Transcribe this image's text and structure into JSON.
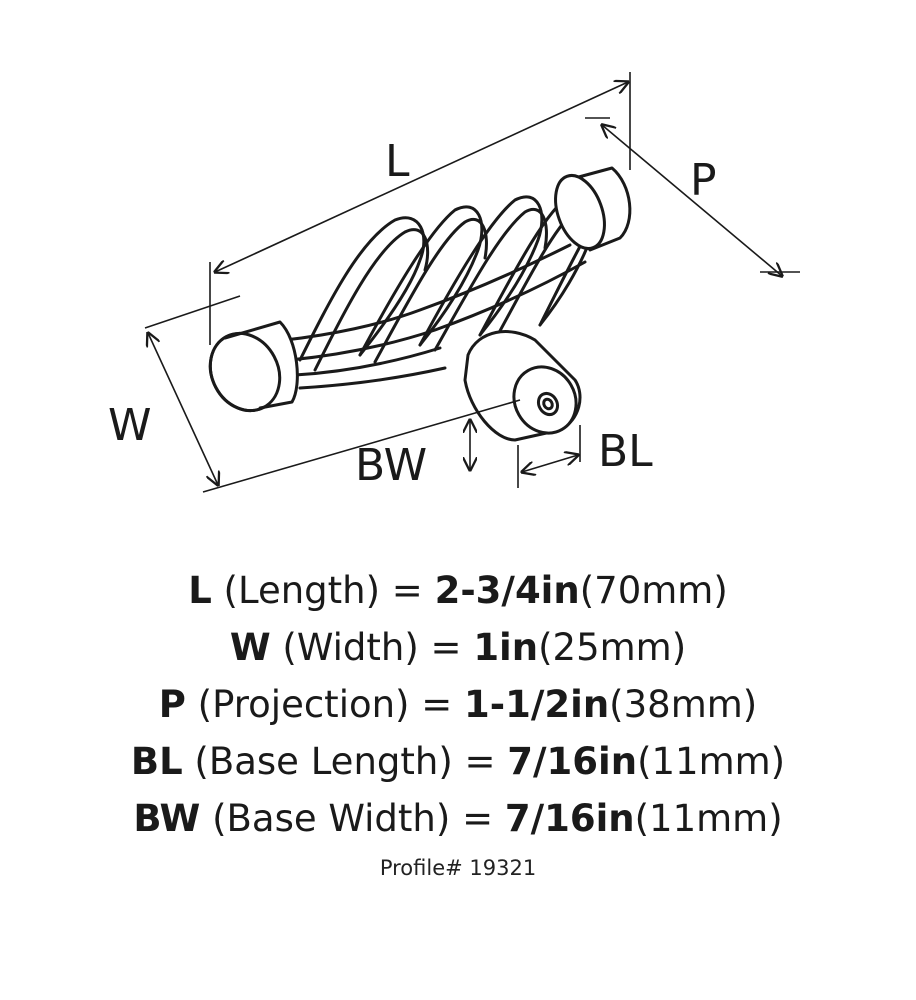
{
  "diagram": {
    "labels": {
      "L": "L",
      "P": "P",
      "W": "W",
      "BW": "BW",
      "BL": "BL"
    }
  },
  "specs": [
    {
      "code": "L",
      "name": " (Length) = ",
      "value": "2-3/4in",
      "metric": "(70mm)"
    },
    {
      "code": "W",
      "name": " (Width) = ",
      "value": "1in",
      "metric": "(25mm)"
    },
    {
      "code": "P",
      "name": " (Projection) = ",
      "value": "1-1/2in",
      "metric": "(38mm)"
    },
    {
      "code": "BL",
      "name": " (Base Length) = ",
      "value": "7/16in",
      "metric": "(11mm)"
    },
    {
      "code": "BW",
      "name": " (Base Width) = ",
      "value": "7/16in",
      "metric": "(11mm)"
    }
  ],
  "profile": "Profile# 19321"
}
